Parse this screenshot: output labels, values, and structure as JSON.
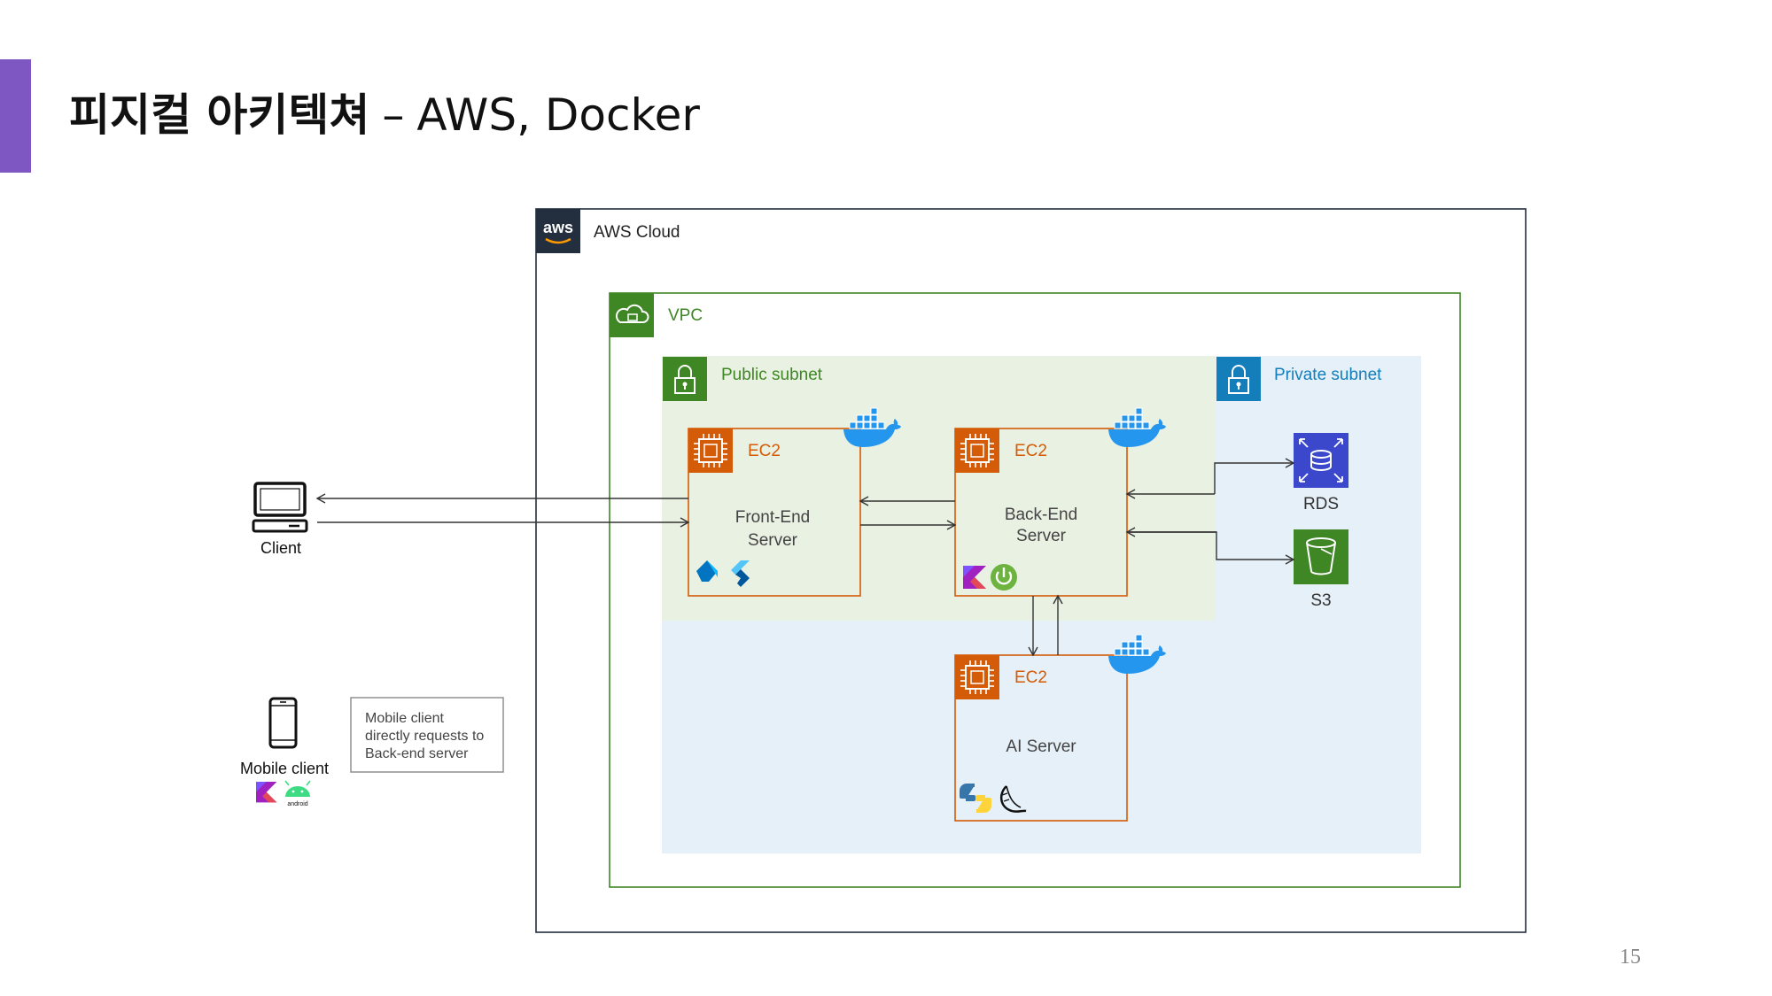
{
  "slide": {
    "title_korean": "피지컬 아키텍쳐",
    "title_separator": "–",
    "title_rest": "AWS, Docker",
    "page_number": "15",
    "accent_color": "#7E57C2"
  },
  "diagram": {
    "aws_cloud": {
      "label": "AWS Cloud",
      "logo_text": "aws",
      "header_color": "#232F3E"
    },
    "vpc": {
      "label": "VPC",
      "color": "#3F8624"
    },
    "public_subnet": {
      "label": "Public subnet",
      "color": "#3F8624",
      "fill": "#E9F1E3"
    },
    "private_subnet": {
      "label": "Private subnet",
      "color": "#147EBA",
      "fill": "#E6F0F8"
    },
    "frontend": {
      "instance_label": "EC2",
      "name_line1": "Front-End",
      "name_line2": "Server",
      "tech_icons": [
        "dart-icon",
        "flutter-icon"
      ]
    },
    "backend": {
      "instance_label": "EC2",
      "name_line1": "Back-End",
      "name_line2": "Server",
      "tech_icons": [
        "kotlin-icon",
        "spring-boot-icon"
      ]
    },
    "ai_server": {
      "instance_label": "EC2",
      "name": "AI Server",
      "tech_icons": [
        "python-icon",
        "flask-icon"
      ]
    },
    "rds": {
      "label": "RDS",
      "color": "#3B48CC"
    },
    "s3": {
      "label": "S3",
      "color": "#3F8624"
    },
    "client": {
      "label": "Client",
      "icon": "laptop-icon"
    },
    "mobile_client": {
      "label": "Mobile client",
      "icon": "smartphone-icon",
      "tech_icons": [
        "kotlin-icon",
        "android-icon"
      ],
      "android_text": "android"
    },
    "note": {
      "line1": "Mobile client",
      "line2": "directly requests to",
      "line3": "Back-end server"
    },
    "ec2_color": "#D45B07",
    "docker_icon": "docker-icon",
    "docker_color": "#2496ED"
  }
}
